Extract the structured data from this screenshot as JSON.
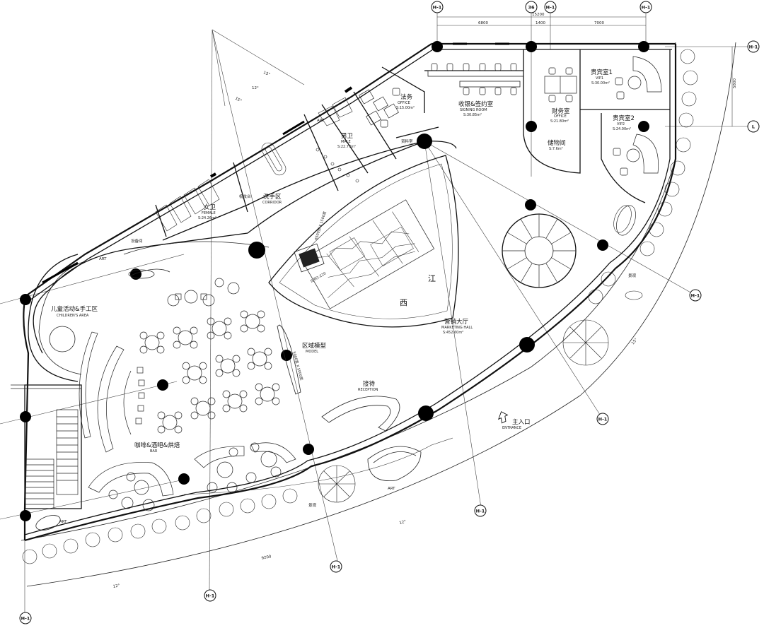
{
  "grid_bubbles": [
    {
      "id": "b1",
      "label": "H-1"
    },
    {
      "id": "b2",
      "label": "36"
    },
    {
      "id": "b3",
      "label": "H-1"
    },
    {
      "id": "b4",
      "label": "H-1"
    },
    {
      "id": "b5",
      "label": "H-1"
    },
    {
      "id": "b6",
      "label": "L"
    },
    {
      "id": "b7",
      "label": "H-1"
    },
    {
      "id": "b8",
      "label": "H-1"
    },
    {
      "id": "b9",
      "label": "H-1"
    },
    {
      "id": "b10",
      "label": "H-1"
    },
    {
      "id": "b11",
      "label": "H-1"
    },
    {
      "id": "b12",
      "label": "H-1"
    }
  ],
  "dimensions": {
    "total": "15200",
    "seg1": "6800",
    "seg2": "1400",
    "seg3": "7000",
    "right": "5800",
    "bottom": "9200",
    "angle_a": "15°",
    "angle_b": "15°",
    "angle_c": "12°",
    "angle_d": "15°",
    "angle_e": "12°",
    "angle_f": "12°"
  },
  "rooms": {
    "legal": {
      "cn": "法务",
      "en": "OFFICE",
      "area": "S:15.00m²"
    },
    "signing": {
      "cn": "收银&签约室",
      "en": "SIGNING ROOM",
      "area": "S:30.85m²"
    },
    "finance": {
      "cn": "财务室",
      "en": "OFFICE",
      "area": "S:21.80m²"
    },
    "vip1": {
      "cn": "贵宾室1",
      "en": "VIP1",
      "area": "S:30.00m²"
    },
    "vip2": {
      "cn": "贵宾室2",
      "en": "VIP2",
      "area": "S:24.00m²"
    },
    "storage": {
      "cn": "储物间",
      "area": "S:7.6m²"
    },
    "male_wc": {
      "cn": "男卫",
      "en": "MALE",
      "area": "S:22.77m²"
    },
    "female_wc": {
      "cn": "女卫",
      "en": "FEMALE",
      "area": "S:24.26m²"
    },
    "washroom": {
      "cn": "洗手区",
      "en": "CORRIDOR"
    },
    "makeup": {
      "cn": "梳妆台"
    },
    "equipment": {
      "cn": "设备间"
    },
    "material": {
      "cn": "资料室"
    },
    "children": {
      "cn": "儿童活动&手工区",
      "en": "CHILDREN'S AREA"
    },
    "marketing": {
      "cn": "营销大厅",
      "en": "MARKETING HALL",
      "area": "S:452.60m²"
    },
    "model": {
      "cn": "区域模型",
      "en": "MODEL"
    },
    "model_size": "5000宽 X 5000宽",
    "sand_size": "6500宽 X 1500宽",
    "scale": "比例1:220",
    "xi": "西",
    "jiang": "江",
    "reception": {
      "cn": "接待",
      "en": "RECEPTION"
    },
    "cafe": {
      "cn": "咖啡&酒吧&烘焙",
      "en": "BAR"
    },
    "entrance": {
      "cn": "主入口",
      "en": "ENTRANCE"
    },
    "landscape_1": "景观",
    "landscape_2": "景观",
    "art_1": "ART",
    "art_2": "ART",
    "art_3": "ART",
    "art_4": "ART"
  }
}
